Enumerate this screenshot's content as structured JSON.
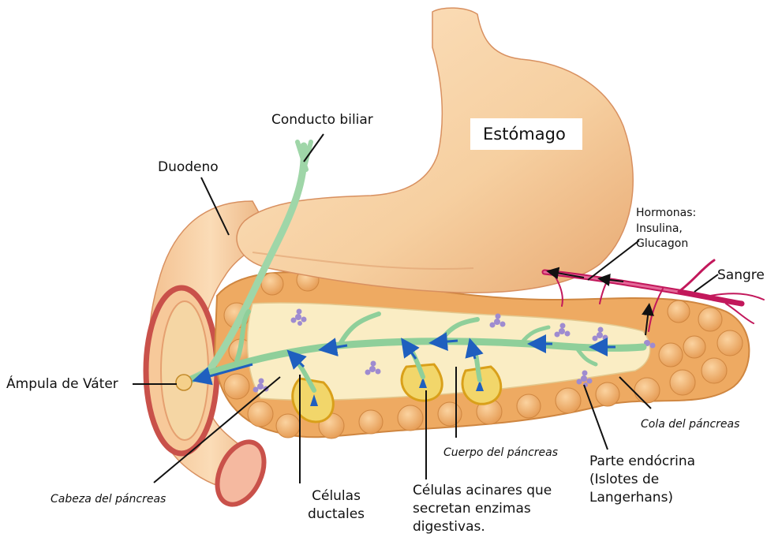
{
  "labels": {
    "estomago": "Estómago",
    "conducto_biliar": "Conducto biliar",
    "duodeno": "Duodeno",
    "hormonas": [
      "Hormonas:",
      "Insulina,",
      "Glucagon"
    ],
    "sangre": "Sangre",
    "ampula": "Ámpula de Váter",
    "cola": "Cola del páncreas",
    "cuerpo": "Cuerpo del páncreas",
    "cabeza": "Cabeza del páncreas",
    "ductales": [
      "Células",
      "ductales"
    ],
    "acinares": [
      "Células acinares que",
      "secretan enzimas",
      "digestivas."
    ],
    "endocrina": [
      "Parte endócrina",
      "(Islotes de",
      "Langerhans)"
    ]
  },
  "colors": {
    "stomach": "#f6cfa0",
    "pancreas": "#f0b36e",
    "duct": "#8fcf9a",
    "arrow": "#1f5fbf",
    "vessel": "#c2185b",
    "acinar": "#e9b91c",
    "islet": "#9e8bd0"
  }
}
